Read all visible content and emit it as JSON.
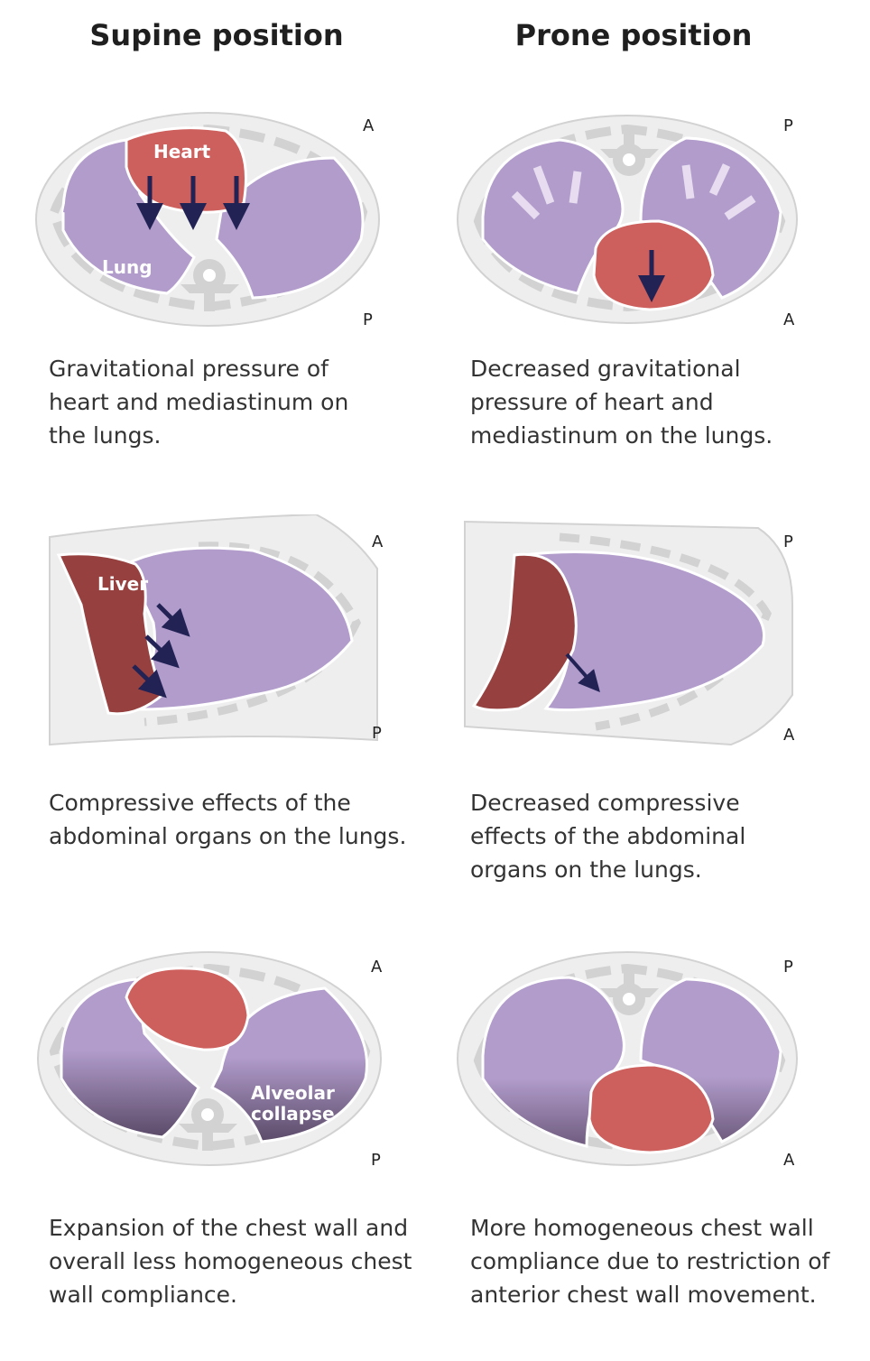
{
  "headers": {
    "supine": "Supine position",
    "prone": "Prone position"
  },
  "colors": {
    "lung": "#b19ccb",
    "heart": "#cd5f5c",
    "liver": "#96413f",
    "body": "#eeeeee",
    "bone": "#d2d2d2",
    "arrow": "#222255",
    "arrow_light": "#e7dcf0",
    "collapse": "#5b4a68"
  },
  "labels": {
    "anterior": "A",
    "posterior": "P",
    "heart": "Heart",
    "lung": "Lung",
    "liver": "Liver",
    "alveolar": "Alveolar",
    "collapse": "collapse"
  },
  "captions": {
    "row1_supine": "Gravitational pressure of heart and mediastinum on the lungs.",
    "row1_prone": "Decreased gravitational pressure of heart and mediastinum on the lungs.",
    "row2_supine": "Compressive effects of the abdominal organs on the lungs.",
    "row2_prone": "Decreased compressive effects of the abdominal organs on the lungs.",
    "row3_supine": "Expansion of the chest wall and overall less homogeneous chest wall compliance.",
    "row3_prone": "More homogeneous chest wall compliance due to restriction of anterior chest wall movement."
  }
}
